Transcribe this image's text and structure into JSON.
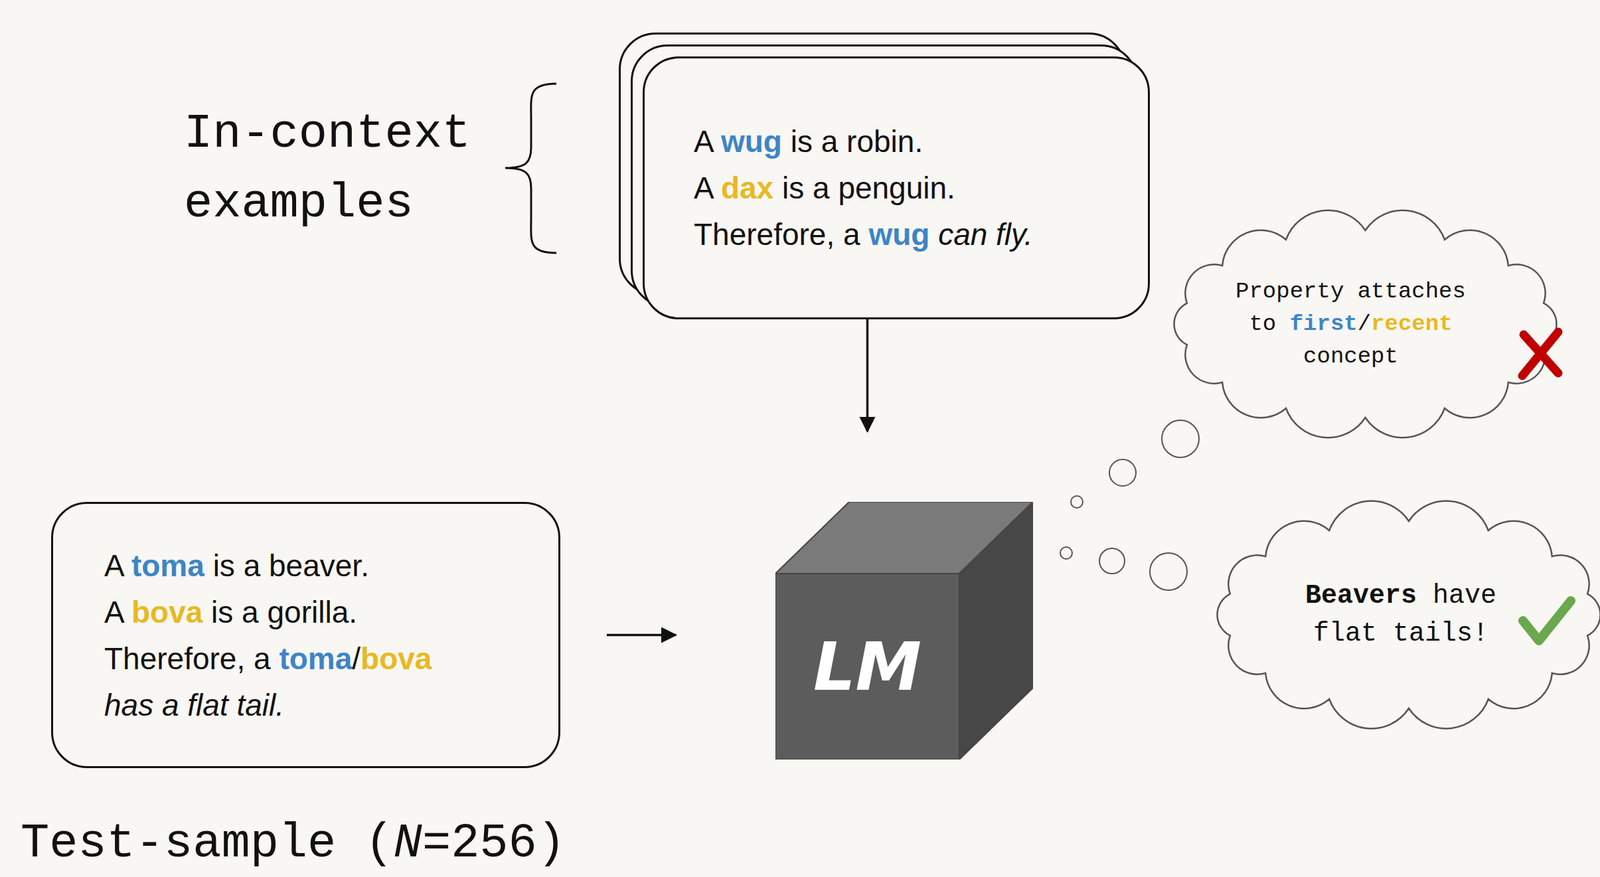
{
  "diagram": {
    "nodes": [
      {
        "text": [
          "A wug is a robin.",
          "A dax is a penguin.",
          "Therefore, a wug can fly."
        ]
      },
      {
        "text": [
          "LM"
        ]
      },
      {
        "text": [
          "A toma is a beaver.",
          "A bova is a gorilla.",
          "Therefore, a toma/bova has a flat tail."
        ]
      },
      {
        "text": [
          "Property attaches to first/recent concept"
        ]
      },
      {
        "text": [
          "Beavers have flat tails!"
        ]
      }
    ],
    "edges": [
      {
        "from": 0,
        "to": 1,
        "arrow": "to"
      },
      {
        "from": 2,
        "to": 1,
        "arrow": "to"
      }
    ],
    "labels": [
      "In-context examples",
      "Test-sample (N=256)"
    ]
  }
}
